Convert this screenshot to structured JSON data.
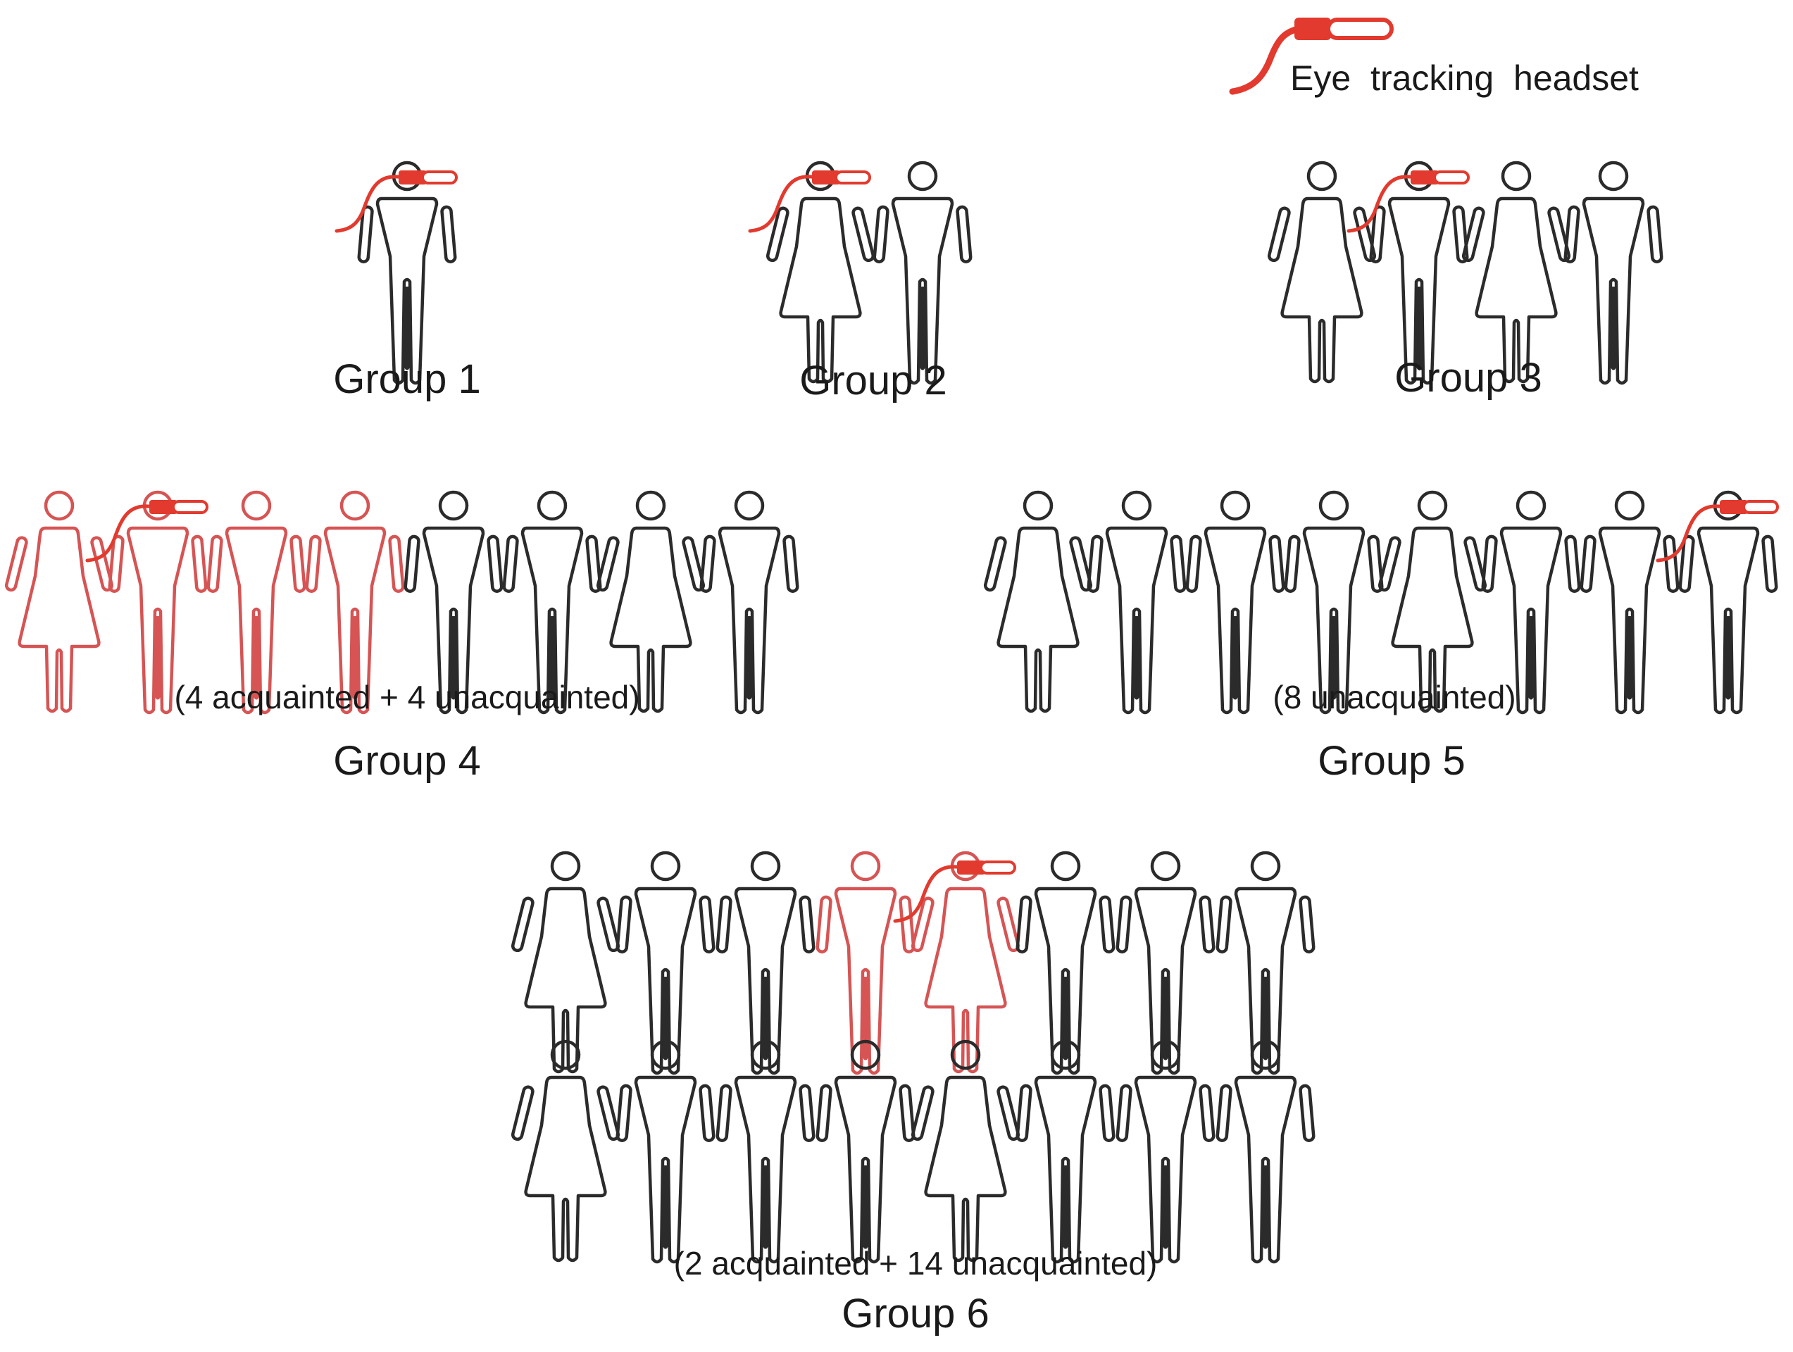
{
  "legend": {
    "label": "Eye tracking headset",
    "icon": "eye-tracking-headset-icon"
  },
  "colors": {
    "ink": "#2b2b2b",
    "acquainted": "#d65454",
    "headset": "#e23a2e"
  },
  "groups": [
    {
      "label": "Group 1",
      "note": "",
      "figures": [
        {
          "sex": "male",
          "acquainted": false,
          "headset": true
        }
      ]
    },
    {
      "label": "Group 2",
      "note": "",
      "figures": [
        {
          "sex": "female",
          "acquainted": false,
          "headset": true
        },
        {
          "sex": "male",
          "acquainted": false,
          "headset": false
        }
      ]
    },
    {
      "label": "Group 3",
      "note": "",
      "figures": [
        {
          "sex": "female",
          "acquainted": false,
          "headset": false
        },
        {
          "sex": "male",
          "acquainted": false,
          "headset": true
        },
        {
          "sex": "female",
          "acquainted": false,
          "headset": false
        },
        {
          "sex": "male",
          "acquainted": false,
          "headset": false
        }
      ]
    },
    {
      "label": "Group 4",
      "note": "(4 acquainted + 4 unacquainted)",
      "figures": [
        {
          "sex": "female",
          "acquainted": true,
          "headset": false
        },
        {
          "sex": "male",
          "acquainted": true,
          "headset": true
        },
        {
          "sex": "male",
          "acquainted": true,
          "headset": false
        },
        {
          "sex": "male",
          "acquainted": true,
          "headset": false
        },
        {
          "sex": "male",
          "acquainted": false,
          "headset": false
        },
        {
          "sex": "male",
          "acquainted": false,
          "headset": false
        },
        {
          "sex": "female",
          "acquainted": false,
          "headset": false
        },
        {
          "sex": "male",
          "acquainted": false,
          "headset": false
        }
      ]
    },
    {
      "label": "Group 5",
      "note": "(8 unacquainted)",
      "figures": [
        {
          "sex": "female",
          "acquainted": false,
          "headset": false
        },
        {
          "sex": "male",
          "acquainted": false,
          "headset": false
        },
        {
          "sex": "male",
          "acquainted": false,
          "headset": false
        },
        {
          "sex": "male",
          "acquainted": false,
          "headset": false
        },
        {
          "sex": "female",
          "acquainted": false,
          "headset": false
        },
        {
          "sex": "male",
          "acquainted": false,
          "headset": false
        },
        {
          "sex": "male",
          "acquainted": false,
          "headset": false
        },
        {
          "sex": "male",
          "acquainted": false,
          "headset": true
        }
      ]
    },
    {
      "label": "Group 6",
      "note": "(2 acquainted + 14 unacquainted)",
      "figures": [
        {
          "sex": "female",
          "acquainted": false,
          "headset": false
        },
        {
          "sex": "male",
          "acquainted": false,
          "headset": false
        },
        {
          "sex": "male",
          "acquainted": false,
          "headset": false
        },
        {
          "sex": "male",
          "acquainted": true,
          "headset": false
        },
        {
          "sex": "female",
          "acquainted": true,
          "headset": true
        },
        {
          "sex": "male",
          "acquainted": false,
          "headset": false
        },
        {
          "sex": "male",
          "acquainted": false,
          "headset": false
        },
        {
          "sex": "male",
          "acquainted": false,
          "headset": false
        },
        {
          "sex": "female",
          "acquainted": false,
          "headset": false
        },
        {
          "sex": "male",
          "acquainted": false,
          "headset": false
        },
        {
          "sex": "male",
          "acquainted": false,
          "headset": false
        },
        {
          "sex": "male",
          "acquainted": false,
          "headset": false
        },
        {
          "sex": "female",
          "acquainted": false,
          "headset": false
        },
        {
          "sex": "male",
          "acquainted": false,
          "headset": false
        },
        {
          "sex": "male",
          "acquainted": false,
          "headset": false
        },
        {
          "sex": "male",
          "acquainted": false,
          "headset": false
        }
      ]
    }
  ]
}
